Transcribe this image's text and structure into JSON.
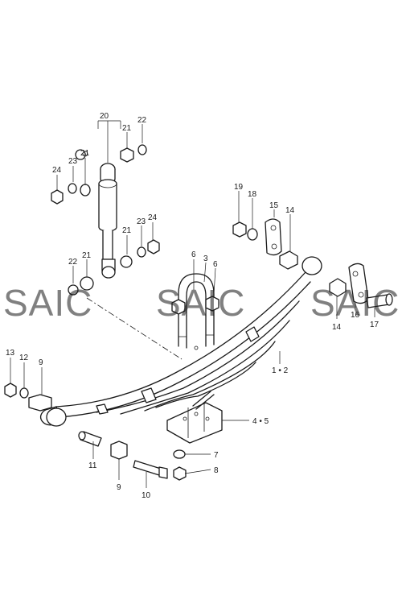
{
  "watermark": {
    "text": "SAIC"
  },
  "callouts": {
    "c20": "20",
    "c21a": "21",
    "c22a": "22",
    "c21b": "21",
    "c23a": "23",
    "c24a": "24",
    "c21c": "21",
    "c23b": "23",
    "c24b": "24",
    "c22b": "22",
    "c21d": "21",
    "c6a": "6",
    "c3": "3",
    "c6b": "6",
    "c19": "19",
    "c18": "18",
    "c15": "15",
    "c14a": "14",
    "c14b": "14",
    "c16": "16",
    "c17": "17",
    "c12": "1 • 2",
    "c13": "13",
    "c12b": "12",
    "c9a": "9",
    "c45": "4 • 5",
    "c7": "7",
    "c8": "8",
    "c11": "11",
    "c9b": "9",
    "c10": "10"
  }
}
